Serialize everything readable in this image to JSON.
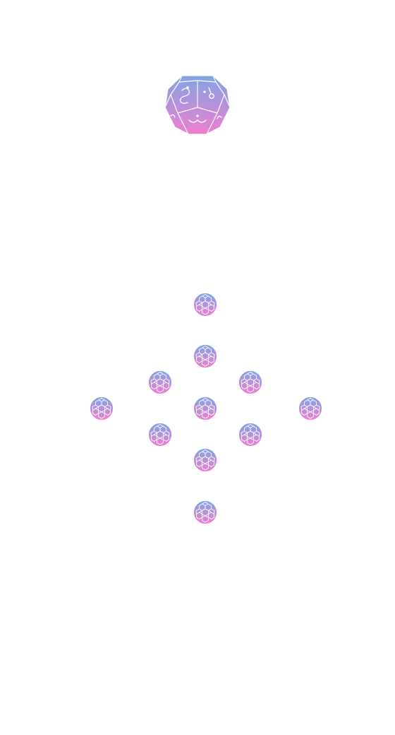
{
  "theme": {
    "gradient_top": "#7fa5e4",
    "gradient_bottom": "#ef7ed0",
    "line_color": "#ffffff",
    "background": "#ffffff"
  },
  "main_die": {
    "shape": "dodecahedron",
    "icon": "dodecahedron-die-icon",
    "faces_visible": 6
  },
  "small_dice": {
    "shape": "truncated-icosahedron",
    "icon": "soccer-ball-die-icon",
    "count": 11,
    "arrangement": "diamond"
  }
}
